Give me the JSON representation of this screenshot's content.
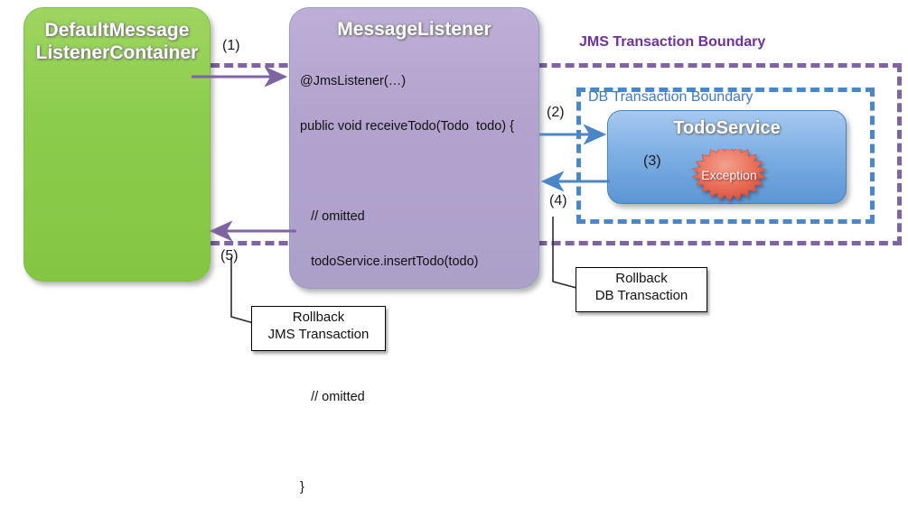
{
  "diagram": {
    "title": "JMS / DB transaction rollback flow",
    "colors": {
      "green": "#8CCC4C",
      "purple": "#B2A3CE",
      "blue": "#5B96D4",
      "jms_boundary": "#8064A2",
      "db_boundary": "#4A87C8",
      "exception_red": "#E8654F",
      "purple_arrow": "#7E64A0",
      "blue_arrow": "#4A87C8"
    }
  },
  "nodes": {
    "container": {
      "name": "DefaultMessageListenerContainer",
      "title_line1": "DefaultMessage",
      "title_line2": "ListenerContainer"
    },
    "listener": {
      "name": "MessageListener",
      "title": "MessageListener",
      "code": [
        "@JmsListener(…)",
        "public void receiveTodo(Todo  todo) {",
        "",
        "   // omitted",
        "   todoService.insertTodo(todo)",
        "",
        "",
        "   // omitted",
        "",
        "}"
      ]
    },
    "service": {
      "name": "TodoService",
      "title": "TodoService",
      "exception_label": "Exception"
    }
  },
  "boundaries": {
    "jms": {
      "label": "JMS Transaction Boundary"
    },
    "db": {
      "label": "DB Transaction Boundary"
    }
  },
  "steps": {
    "s1": "(1)",
    "s2": "(2)",
    "s3": "(3)",
    "s4": "(4)",
    "s5": "(5)"
  },
  "callouts": {
    "jms_rollback": {
      "line1": "Rollback",
      "line2": "JMS Transaction"
    },
    "db_rollback": {
      "line1": "Rollback",
      "line2": "DB Transaction"
    }
  },
  "chart_data": {
    "type": "diagram",
    "title": "JMS / DB transaction rollback flow",
    "nodes": [
      {
        "id": "container",
        "label": "DefaultMessageListenerContainer",
        "color": "#8CCC4C"
      },
      {
        "id": "listener",
        "label": "MessageListener",
        "color": "#B2A3CE"
      },
      {
        "id": "service",
        "label": "TodoService",
        "color": "#5B96D4"
      },
      {
        "id": "exception",
        "label": "Exception",
        "color": "#E8654F"
      }
    ],
    "edges": [
      {
        "step": "(1)",
        "from": "container",
        "to": "listener",
        "direction": "right",
        "color": "#7E64A0"
      },
      {
        "step": "(2)",
        "from": "listener",
        "to": "service",
        "direction": "right",
        "color": "#4A87C8"
      },
      {
        "step": "(3)",
        "from": "service",
        "to": "exception",
        "direction": "none",
        "color": "#E8654F"
      },
      {
        "step": "(4)",
        "from": "service",
        "to": "listener",
        "direction": "left",
        "color": "#4A87C8",
        "note": "Rollback DB Transaction"
      },
      {
        "step": "(5)",
        "from": "listener",
        "to": "container",
        "direction": "left",
        "color": "#7E64A0",
        "note": "Rollback JMS Transaction"
      }
    ],
    "groups": [
      {
        "label": "JMS Transaction Boundary",
        "style": "dashed",
        "color": "#8064A2",
        "contains": [
          "listener",
          "service"
        ]
      },
      {
        "label": "DB Transaction Boundary",
        "style": "dashed",
        "color": "#4A87C8",
        "contains": [
          "service"
        ]
      }
    ]
  }
}
